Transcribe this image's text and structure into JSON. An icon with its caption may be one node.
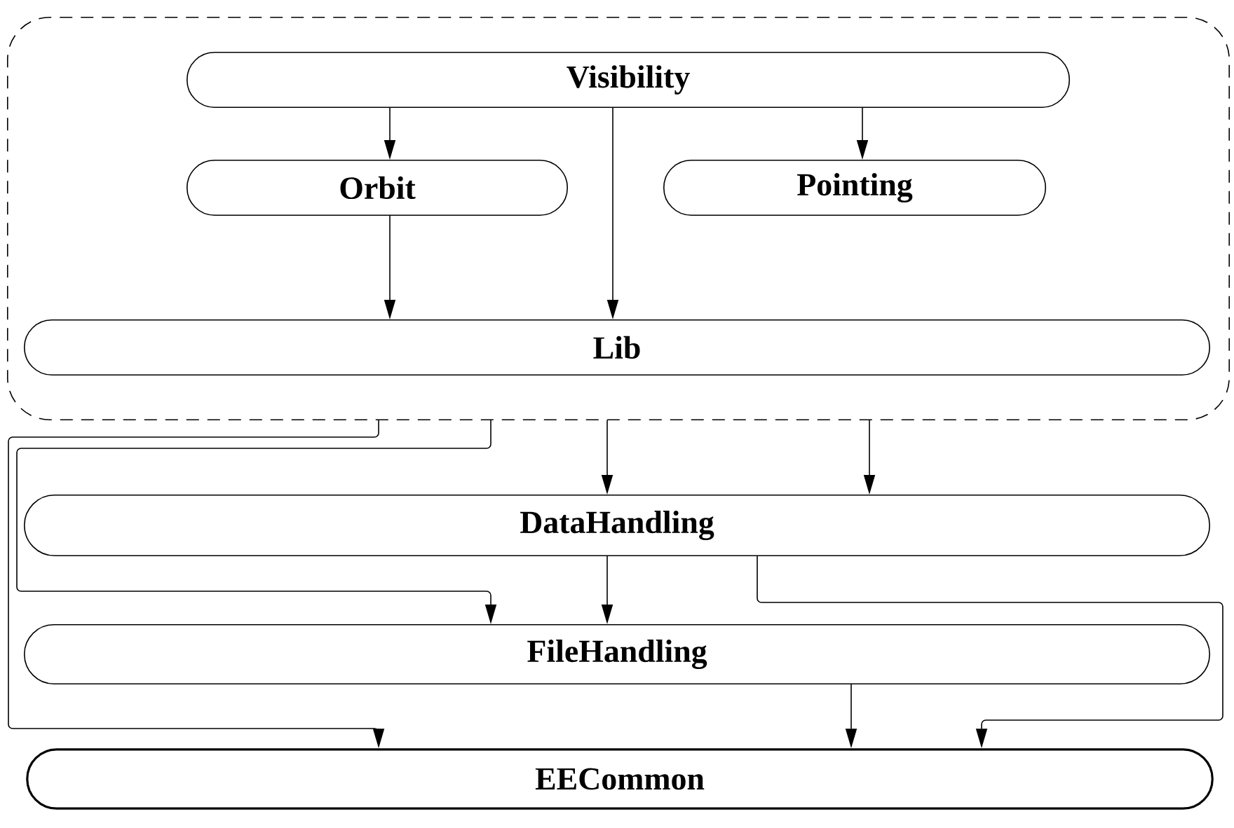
{
  "diagram": {
    "nodes": [
      {
        "text": [],
        "shape": "box"
      },
      {
        "text": [
          "Visibility"
        ],
        "in": 0
      },
      {
        "text": [
          "Orbit"
        ],
        "in": 0
      },
      {
        "text": [
          "Pointing"
        ],
        "in": 0
      },
      {
        "text": [
          "Lib"
        ],
        "in": 0
      },
      {
        "text": [
          "DataHandling"
        ]
      },
      {
        "text": [
          "FileHandling"
        ]
      },
      {
        "text": [
          "EECommon"
        ]
      }
    ],
    "edges": [
      {
        "from": 1,
        "to": 2,
        "arrow": "to"
      },
      {
        "from": 1,
        "to": 4,
        "arrow": "to"
      },
      {
        "from": 1,
        "to": 3,
        "arrow": "to"
      },
      {
        "from": 2,
        "to": 4,
        "arrow": "to"
      },
      {
        "from": 0,
        "to": 7,
        "arrow": "to"
      },
      {
        "from": 0,
        "to": 5,
        "arrow": "to"
      },
      {
        "from": 0,
        "to": 6,
        "arrow": "to"
      },
      {
        "from": 0,
        "to": 5,
        "arrow": "to"
      },
      {
        "from": 5,
        "to": 6,
        "arrow": "to"
      },
      {
        "from": 5,
        "to": 7,
        "arrow": "to"
      },
      {
        "from": 6,
        "to": 7,
        "arrow": "to"
      }
    ]
  }
}
